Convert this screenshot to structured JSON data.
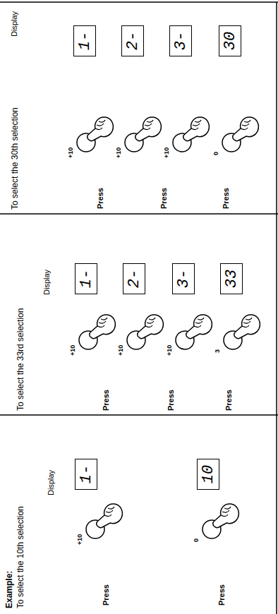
{
  "diagram": {
    "nodes": [
      {
        "text": [
          "Example:",
          "To select the 10th selection"
        ]
      },
      {
        "text": [
          "1-"
        ],
        "in": 0
      },
      {
        "text": [
          "10"
        ],
        "in": 0
      },
      {
        "text": [
          "To select the 33rd selection"
        ]
      },
      {
        "text": [
          "1-"
        ],
        "in": 3
      },
      {
        "text": [
          "2-"
        ],
        "in": 3
      },
      {
        "text": [
          "3-"
        ],
        "in": 3
      },
      {
        "text": [
          "33"
        ],
        "in": 3
      },
      {
        "text": [
          "To select the 30th selection"
        ]
      },
      {
        "text": [
          "1-"
        ],
        "in": 8
      },
      {
        "text": [
          "2-"
        ],
        "in": 8
      },
      {
        "text": [
          "3-"
        ],
        "in": 8
      },
      {
        "text": [
          "30"
        ],
        "in": 8
      }
    ],
    "labels": [
      "Display",
      "Press",
      "+10",
      "Press",
      "0",
      "Display",
      "Press",
      "+10",
      "+10",
      "Press",
      "+10",
      "Press",
      "3",
      "Display",
      "Press",
      "+10",
      "+10",
      "Press",
      "+10",
      "Press",
      "0"
    ]
  }
}
